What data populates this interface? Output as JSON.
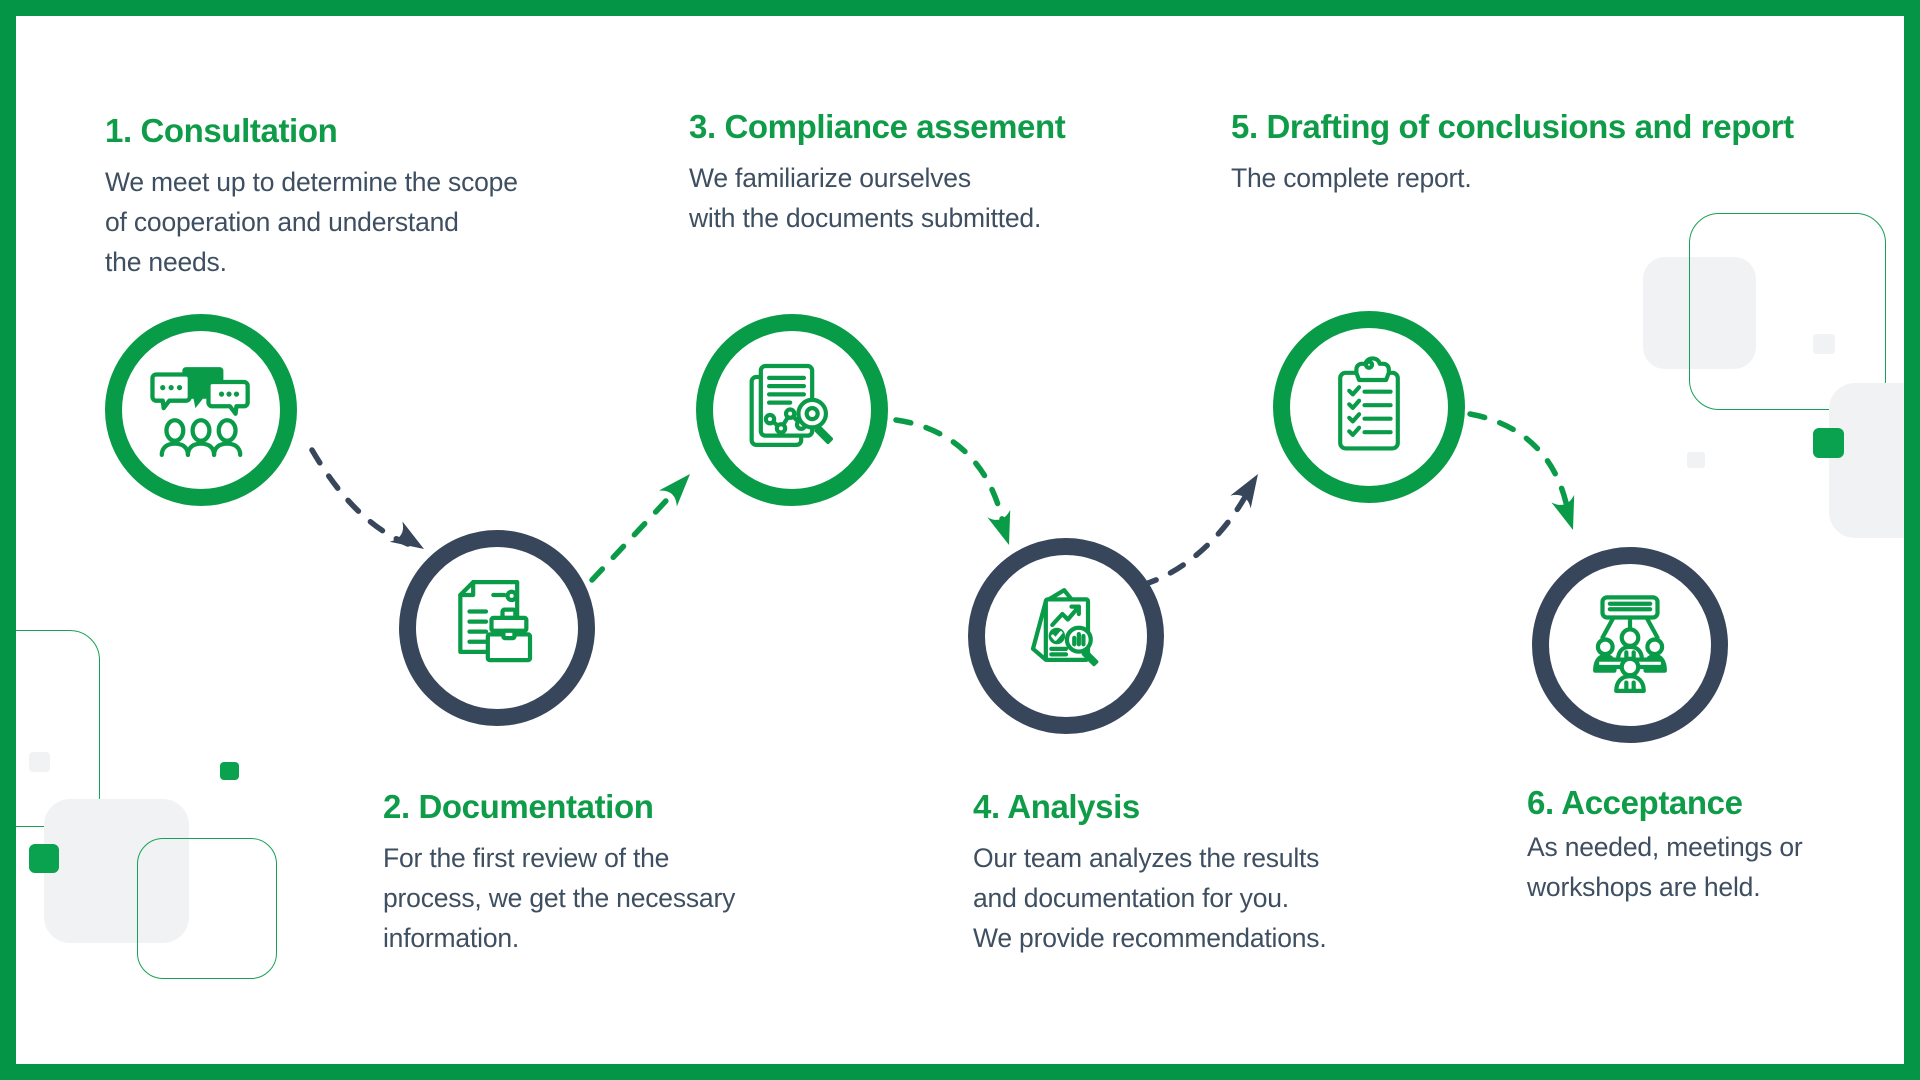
{
  "colors": {
    "frame_green": "#049646",
    "ring_green": "#089b48",
    "ring_navy": "#37465a",
    "title_green": "#0f9c49",
    "body_text": "#3e4f61",
    "accent_square_green": "#0aa24f",
    "decor_gray": "#f1f2f4"
  },
  "steps": [
    {
      "title": "1. Consultation",
      "description": "We meet up to determine the scope\nof cooperation and understand\nthe needs.",
      "icon": "consultation-chat-people",
      "ring": "green"
    },
    {
      "title": "2. Documentation",
      "description": "For the first review of the\nprocess, we get the necessary\ninformation.",
      "icon": "document-briefcase",
      "ring": "navy"
    },
    {
      "title": "3. Compliance assement",
      "description": "We familiarize ourselves\nwith the documents submitted.",
      "icon": "document-magnifier-chart",
      "ring": "green"
    },
    {
      "title": "4. Analysis",
      "description": "Our team analyzes the results\nand documentation for you.\nWe provide recommendations.",
      "icon": "analysis-report-magnifier",
      "ring": "navy"
    },
    {
      "title": "5. Drafting of conclusions and report",
      "description": "The complete report.",
      "icon": "checklist-clipboard",
      "ring": "green"
    },
    {
      "title": "6. Acceptance",
      "description": "As needed, meetings or\nworkshops are held.",
      "icon": "meeting-table-people",
      "ring": "navy"
    }
  ]
}
